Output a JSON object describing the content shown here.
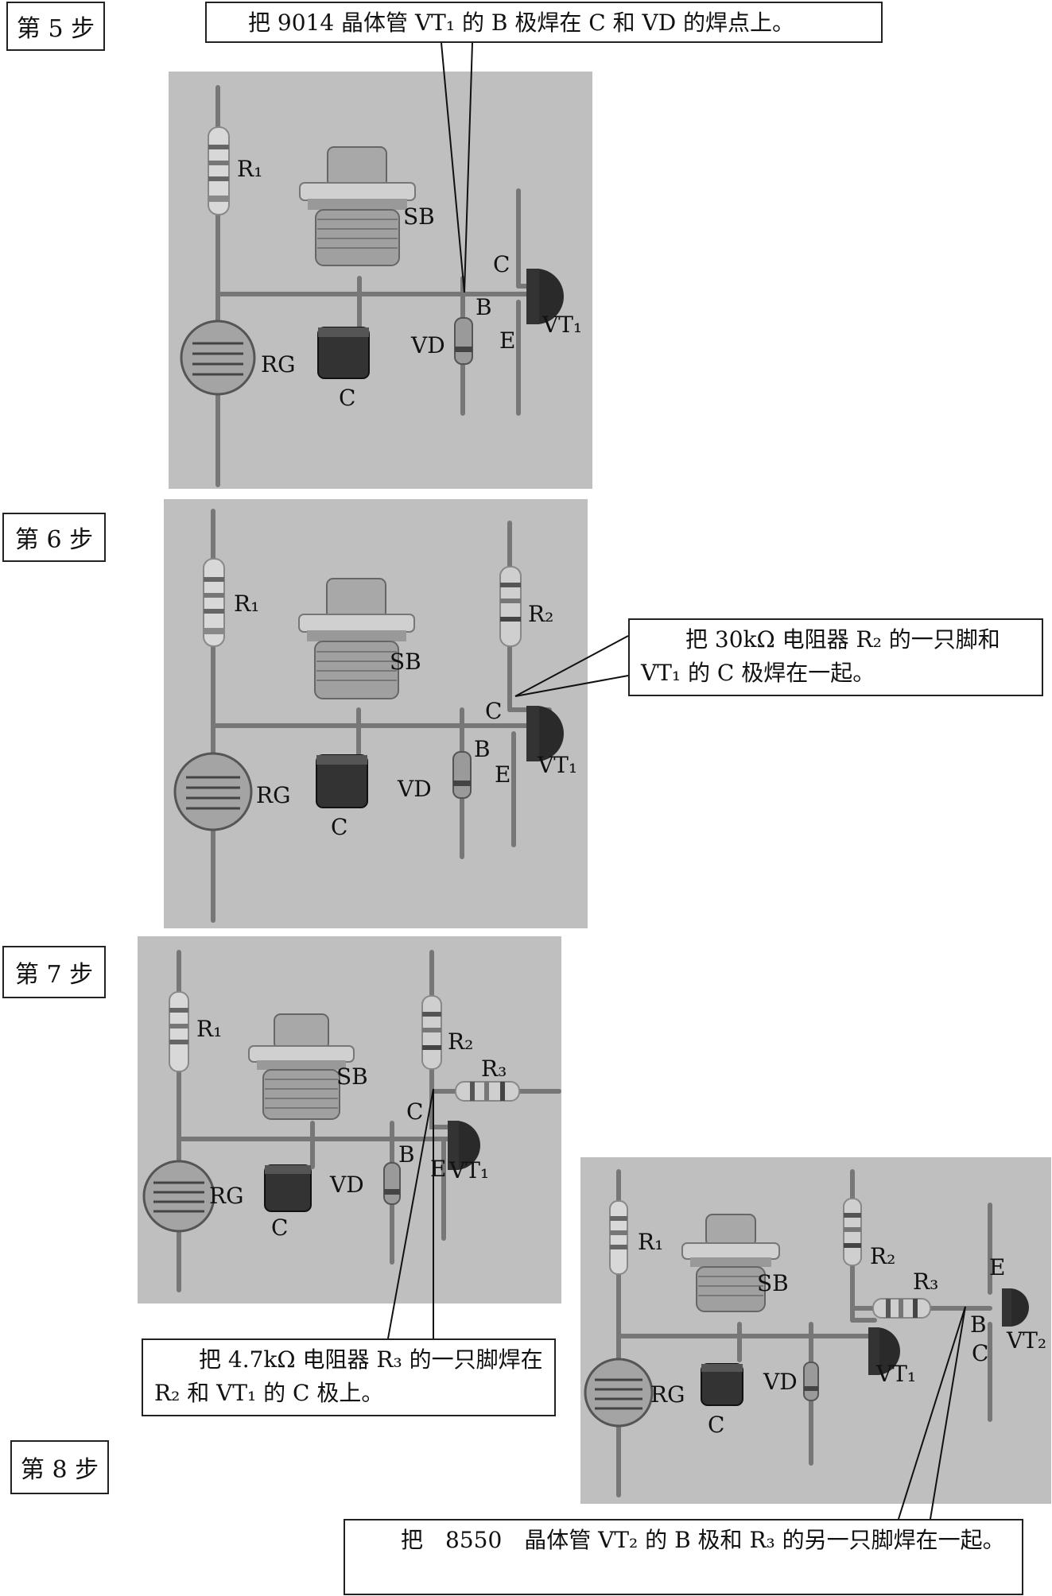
{
  "steps": {
    "s5": "第 5 步",
    "s6": "第 6 步",
    "s7": "第 7 步",
    "s8": "第 8 步"
  },
  "notes": {
    "n5": "把 9014 晶体管 VT₁ 的 B 极焊在 C 和 VD 的焊点上。",
    "n6": "把 30kΩ 电阻器 R₂ 的一只脚和 VT₁ 的 C 极焊在一起。",
    "n7": "把 4.7kΩ 电阻器 R₃ 的一只脚焊在 R₂ 和 VT₁ 的 C 极上。",
    "n8": "把　8550　晶体管 VT₂ 的 B 极和 R₃ 的另一只脚焊在一起。"
  },
  "labels": {
    "r1": "R₁",
    "r2": "R₂",
    "r3": "R₃",
    "sb": "SB",
    "rg": "RG",
    "c": "C",
    "vd": "VD",
    "b": "B",
    "e": "E",
    "vt1": "VT₁",
    "vt2": "VT₂"
  },
  "colors": {
    "panel": "#bfbfbf",
    "metal": "#8a8a8a",
    "dark": "#2a2a2a"
  }
}
